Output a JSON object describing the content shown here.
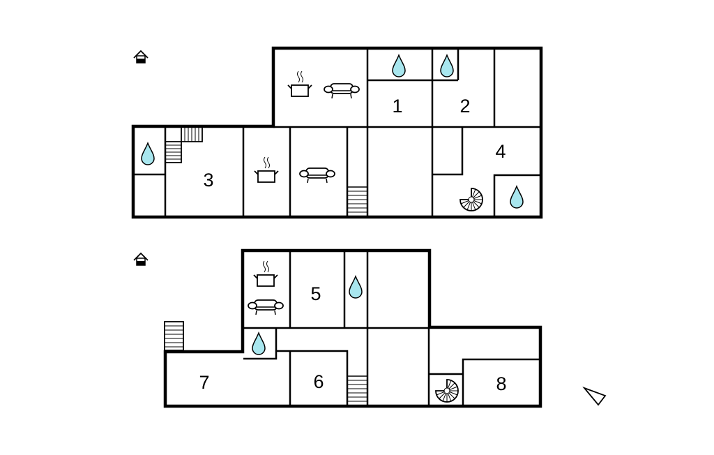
{
  "floors": [
    {
      "name": "upper-floor",
      "rooms": [
        "1",
        "2",
        "3",
        "4"
      ]
    },
    {
      "name": "lower-floor",
      "rooms": [
        "5",
        "6",
        "7",
        "8"
      ]
    }
  ],
  "colors": {
    "wall": "#000000",
    "water": "#a8e6ee",
    "background": "#ffffff"
  },
  "icons": [
    "entrance-icon",
    "water-drop-icon",
    "kitchen-pot-icon",
    "sofa-icon",
    "stairs-icon",
    "spiral-stairs-icon",
    "north-arrow-icon"
  ]
}
